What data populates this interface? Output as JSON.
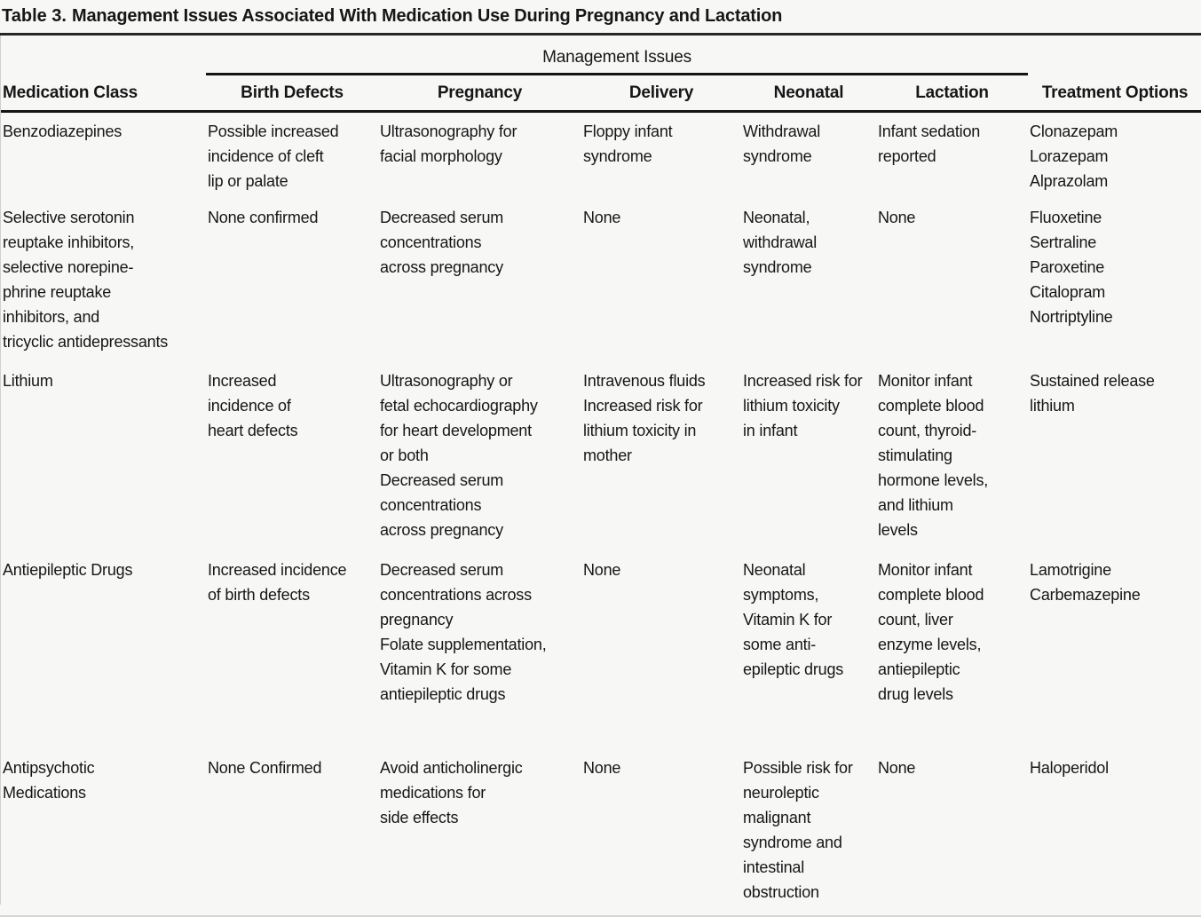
{
  "colors": {
    "background": "#f7f7f6",
    "text": "#161616",
    "rule": "#141414"
  },
  "title": {
    "label": "Table 3.",
    "text": "Management Issues Associated With Medication Use During Pregnancy and Lactation"
  },
  "table": {
    "group_header": "Management Issues",
    "columns": [
      "Medication Class",
      "Birth Defects",
      "Pregnancy",
      "Delivery",
      "Neonatal",
      "Lactation",
      "Treatment Options"
    ],
    "rows": [
      {
        "medication_class": [
          "Benzodiazepines"
        ],
        "birth_defects": [
          "Possible increased",
          "incidence of cleft",
          "lip or palate"
        ],
        "pregnancy": [
          "Ultrasonography for",
          "facial morphology"
        ],
        "delivery": [
          "Floppy infant",
          "syndrome"
        ],
        "neonatal": [
          "Withdrawal",
          "syndrome"
        ],
        "lactation": [
          "Infant sedation",
          "reported"
        ],
        "treatment_options": [
          "Clonazepam",
          "Lorazepam",
          "Alprazolam"
        ]
      },
      {
        "medication_class": [
          "Selective serotonin",
          "reuptake inhibitors,",
          "selective norepine-",
          "phrine reuptake",
          "inhibitors, and",
          "tricyclic antidepressants"
        ],
        "birth_defects": [
          "None confirmed"
        ],
        "pregnancy": [
          "Decreased serum",
          "concentrations",
          "across pregnancy"
        ],
        "delivery": [
          "None"
        ],
        "neonatal": [
          "Neonatal,",
          "withdrawal",
          "syndrome"
        ],
        "lactation": [
          "None"
        ],
        "treatment_options": [
          "Fluoxetine",
          "Sertraline",
          "Paroxetine",
          "Citalopram",
          "Nortriptyline"
        ]
      },
      {
        "medication_class": [
          "Lithium"
        ],
        "birth_defects": [
          "Increased",
          "incidence of",
          "heart defects"
        ],
        "pregnancy": [
          "Ultrasonography or",
          "fetal echocardiography",
          "for heart development",
          "or both",
          "Decreased serum",
          "concentrations",
          "across pregnancy"
        ],
        "delivery": [
          "Intravenous fluids",
          "Increased risk for",
          "lithium toxicity in",
          "mother"
        ],
        "neonatal": [
          "Increased risk for",
          "lithium toxicity",
          "in infant"
        ],
        "lactation": [
          "Monitor infant",
          "complete blood",
          "count, thyroid-",
          "stimulating",
          "hormone levels,",
          "and lithium",
          "levels"
        ],
        "treatment_options": [
          "Sustained release",
          "lithium"
        ]
      },
      {
        "medication_class": [
          "Antiepileptic Drugs"
        ],
        "birth_defects": [
          "Increased incidence",
          "of birth defects"
        ],
        "pregnancy": [
          "Decreased serum",
          "concentrations across",
          "pregnancy",
          "Folate supplementation,",
          "Vitamin K for some",
          "antiepileptic drugs"
        ],
        "delivery": [
          "None"
        ],
        "neonatal": [
          "Neonatal",
          "symptoms,",
          "Vitamin K for",
          "some anti-",
          "epileptic drugs"
        ],
        "lactation": [
          "Monitor infant",
          "complete blood",
          "count, liver",
          "enzyme levels,",
          "antiepileptic",
          "drug levels"
        ],
        "treatment_options": [
          "Lamotrigine",
          "Carbemazepine"
        ]
      },
      {
        "medication_class": [
          "Antipsychotic",
          "Medications"
        ],
        "birth_defects": [
          "None Confirmed"
        ],
        "pregnancy": [
          "Avoid anticholinergic",
          "medications for",
          "side effects"
        ],
        "delivery": [
          "None"
        ],
        "neonatal": [
          "Possible risk for",
          "neuroleptic",
          "malignant",
          "syndrome and",
          "intestinal",
          "obstruction"
        ],
        "lactation": [
          "None"
        ],
        "treatment_options": [
          "Haloperidol"
        ]
      }
    ]
  }
}
